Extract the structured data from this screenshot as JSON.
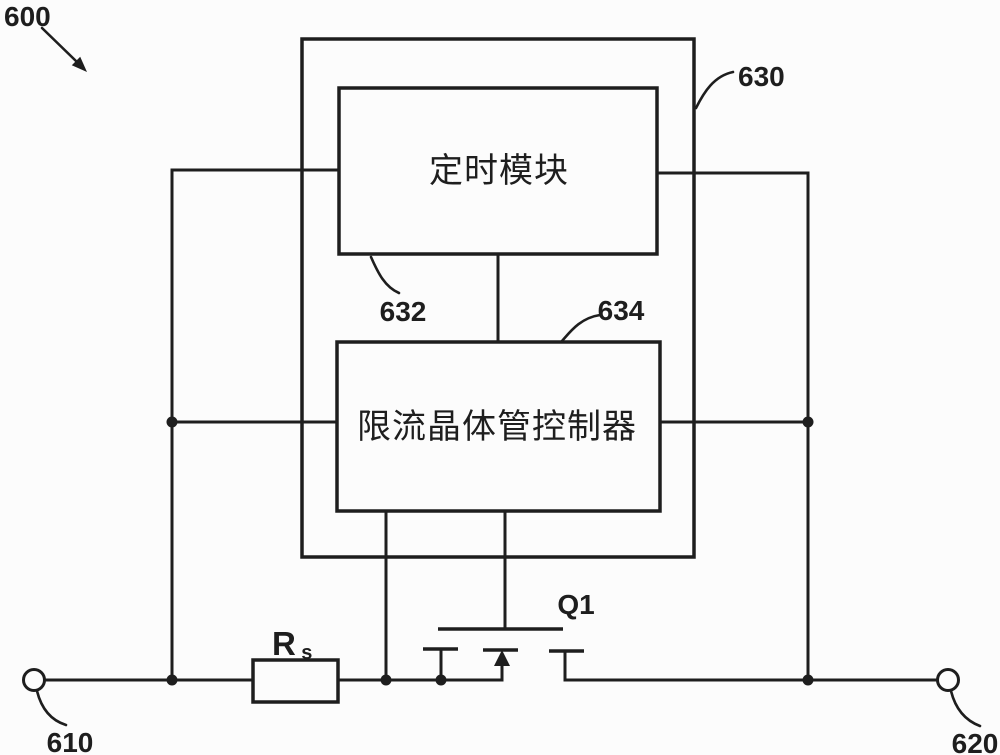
{
  "figure": {
    "reference_number": "600",
    "module_630": {
      "ref": "630"
    },
    "timing_module": {
      "ref": "632",
      "text": "定时模块"
    },
    "transistor_controller": {
      "ref": "634",
      "text": "限流晶体管控制器"
    },
    "transistor": {
      "name": "Q1"
    },
    "sense_resistor": {
      "symbol": "R",
      "subscript": "s"
    },
    "terminal_left": {
      "ref": "610"
    },
    "terminal_right": {
      "ref": "620"
    }
  },
  "colors": {
    "line": "#1e1e1e",
    "background": "#fcfcfc"
  }
}
